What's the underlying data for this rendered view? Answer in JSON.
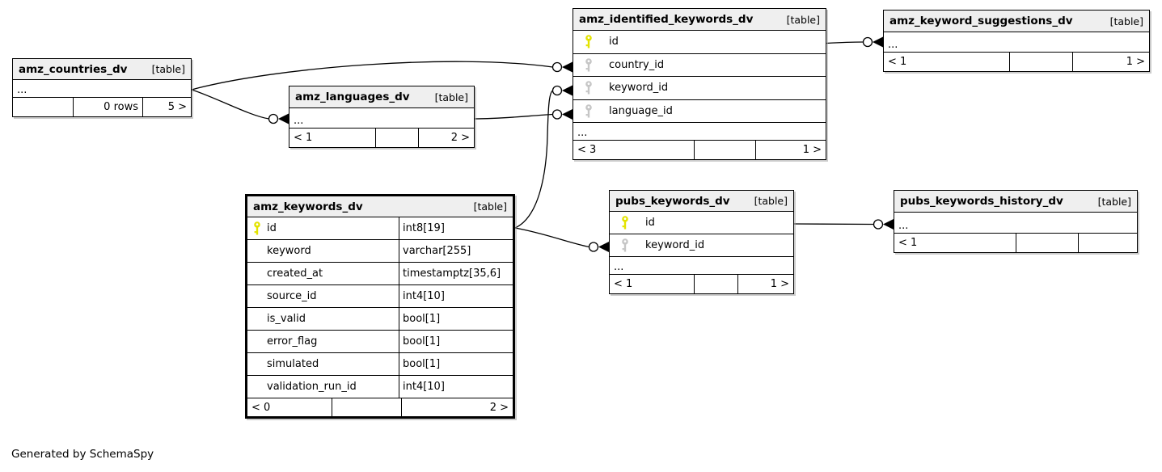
{
  "app": {
    "credit": "Generated by SchemaSpy"
  },
  "colors": {
    "primary_key": "#e3e300",
    "foreign_key": "#c6c6c6",
    "header_bg": "#efefef",
    "line": "#000000"
  },
  "tables": {
    "amz_countries_dv": {
      "title": "amz_countries_dv",
      "type_badge": "[table]",
      "ellipsis": "...",
      "footer": {
        "left": "",
        "center": "0 rows",
        "right": "5 >"
      }
    },
    "amz_languages_dv": {
      "title": "amz_languages_dv",
      "type_badge": "[table]",
      "ellipsis": "...",
      "footer": {
        "left": "< 1",
        "center": "",
        "right": "2 >"
      }
    },
    "amz_identified_keywords_dv": {
      "title": "amz_identified_keywords_dv",
      "type_badge": "[table]",
      "columns": [
        {
          "name": "id",
          "key": "primary",
          "icon": "primary-key-icon"
        },
        {
          "name": "country_id",
          "key": "foreign",
          "icon": "foreign-key-icon"
        },
        {
          "name": "keyword_id",
          "key": "foreign",
          "icon": "foreign-key-icon"
        },
        {
          "name": "language_id",
          "key": "foreign",
          "icon": "foreign-key-icon"
        }
      ],
      "ellipsis": "...",
      "footer": {
        "left": "< 3",
        "center": "",
        "right": "1 >"
      }
    },
    "amz_keyword_suggestions_dv": {
      "title": "amz_keyword_suggestions_dv",
      "type_badge": "[table]",
      "ellipsis": "...",
      "footer": {
        "left": "< 1",
        "center": "",
        "right": "1 >"
      }
    },
    "amz_keywords_dv": {
      "title": "amz_keywords_dv",
      "type_badge": "[table]",
      "columns": [
        {
          "name": "id",
          "type": "int8[19]",
          "key": "primary",
          "icon": "primary-key-icon"
        },
        {
          "name": "keyword",
          "type": "varchar[255]"
        },
        {
          "name": "created_at",
          "type": "timestamptz[35,6]"
        },
        {
          "name": "source_id",
          "type": "int4[10]"
        },
        {
          "name": "is_valid",
          "type": "bool[1]"
        },
        {
          "name": "error_flag",
          "type": "bool[1]"
        },
        {
          "name": "simulated",
          "type": "bool[1]"
        },
        {
          "name": "validation_run_id",
          "type": "int4[10]"
        }
      ],
      "footer": {
        "left": "< 0",
        "center": "",
        "right": "2 >"
      }
    },
    "pubs_keywords_dv": {
      "title": "pubs_keywords_dv",
      "type_badge": "[table]",
      "columns": [
        {
          "name": "id",
          "key": "primary",
          "icon": "primary-key-icon"
        },
        {
          "name": "keyword_id",
          "key": "foreign",
          "icon": "foreign-key-icon"
        }
      ],
      "ellipsis": "...",
      "footer": {
        "left": "< 1",
        "center": "",
        "right": "1 >"
      }
    },
    "pubs_keywords_history_dv": {
      "title": "pubs_keywords_history_dv",
      "type_badge": "[table]",
      "ellipsis": "...",
      "footer": {
        "left": "< 1",
        "center": "",
        "right": ""
      }
    }
  },
  "relationships": [
    {
      "from": "amz_countries_dv",
      "to": "amz_identified_keywords_dv.country_id"
    },
    {
      "from": "amz_countries_dv",
      "to": "amz_languages_dv"
    },
    {
      "from": "amz_languages_dv",
      "to": "amz_identified_keywords_dv.language_id"
    },
    {
      "from": "amz_keywords_dv.id",
      "to": "amz_identified_keywords_dv.keyword_id"
    },
    {
      "from": "amz_keywords_dv.id",
      "to": "pubs_keywords_dv.keyword_id"
    },
    {
      "from": "amz_identified_keywords_dv.id",
      "to": "amz_keyword_suggestions_dv"
    },
    {
      "from": "pubs_keywords_dv.id",
      "to": "pubs_keywords_history_dv"
    }
  ]
}
